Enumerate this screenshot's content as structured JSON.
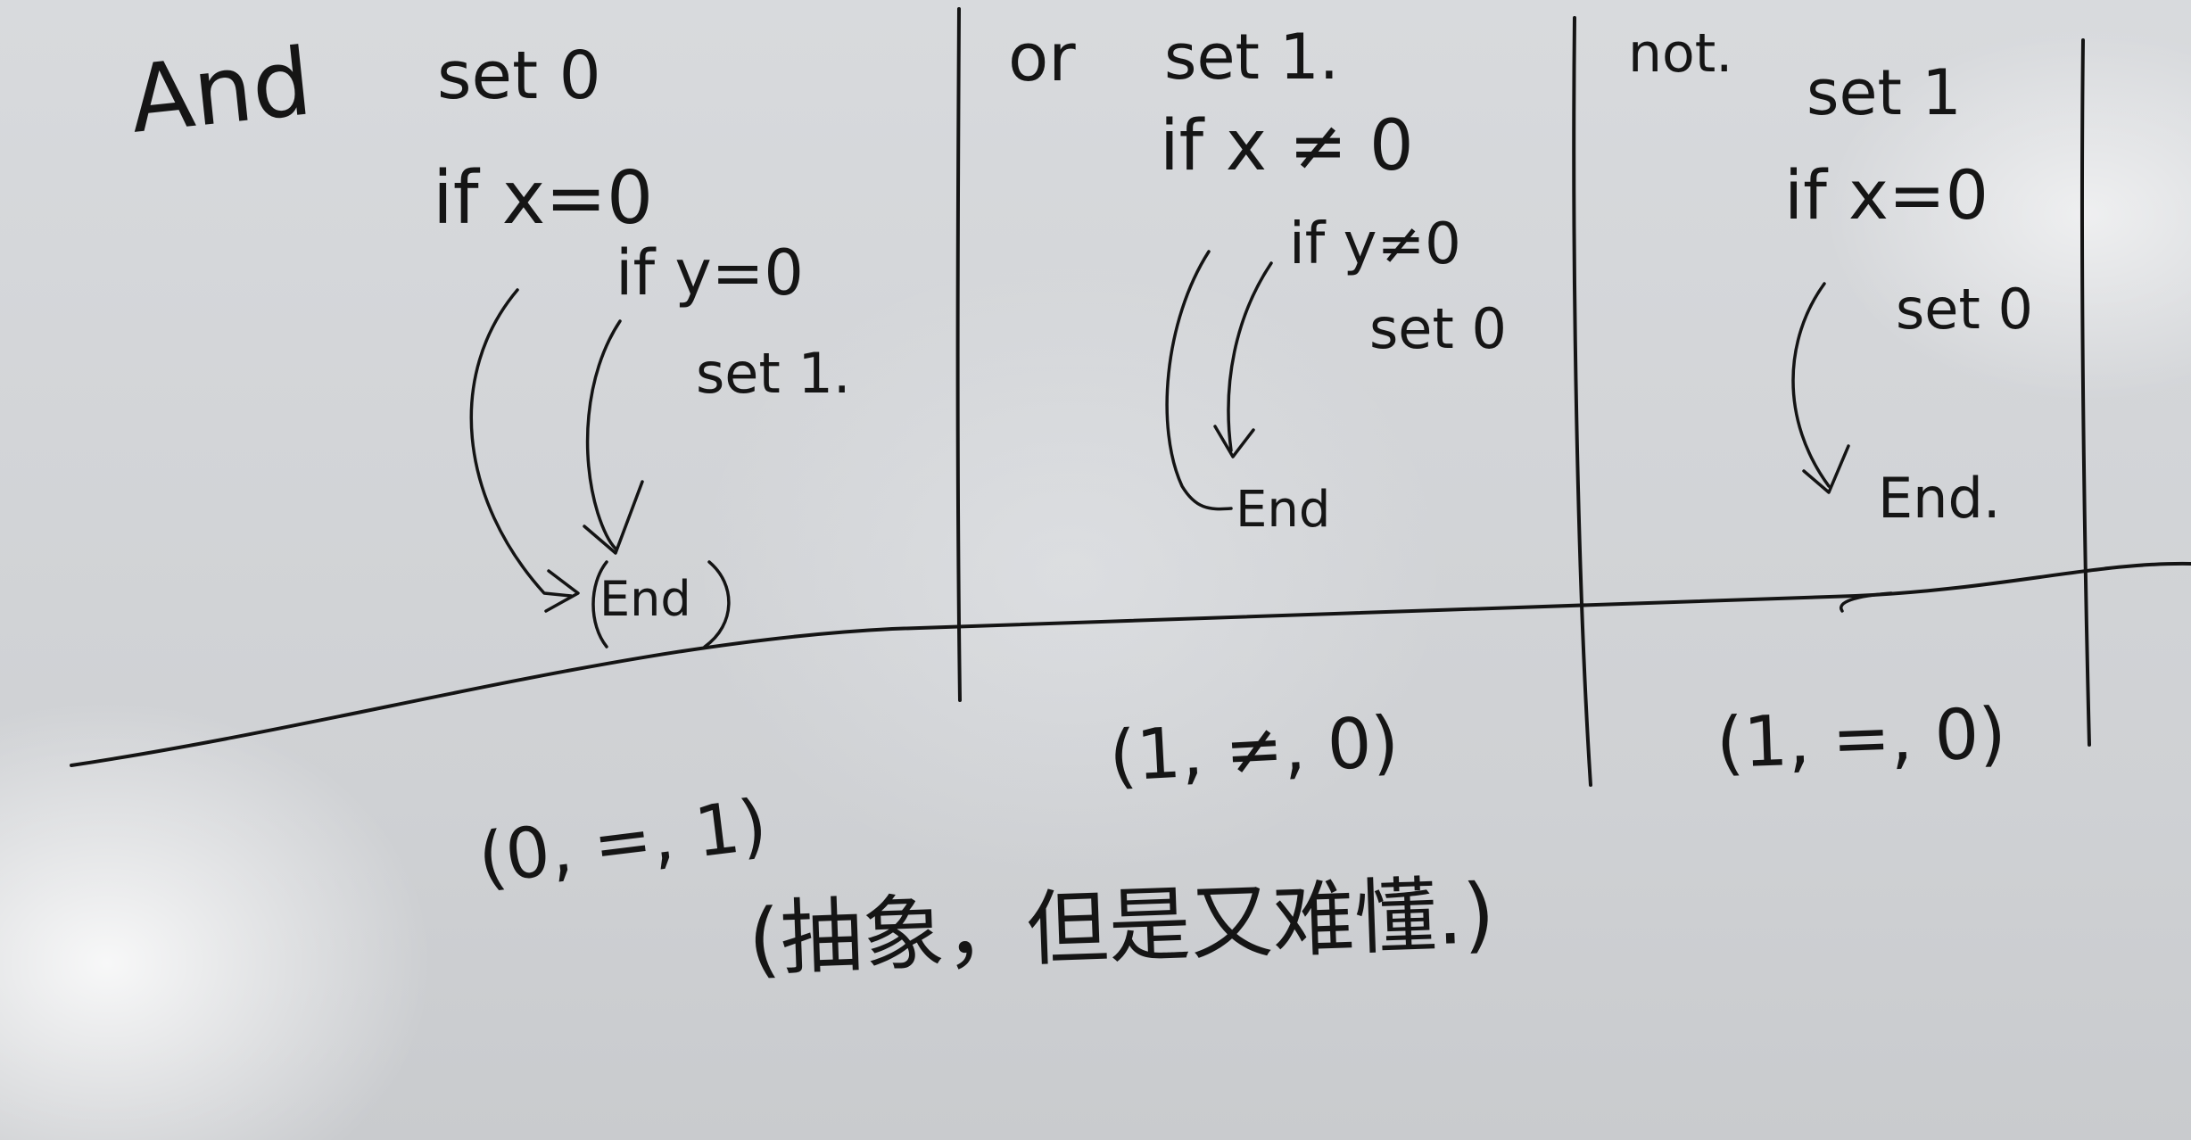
{
  "board": {
    "and_title": "And",
    "and_line1": "set 0",
    "and_line2": "if x=0",
    "and_line3": "if y=0",
    "and_line4": "set 1.",
    "and_end": "End",
    "or_title": "or",
    "or_line1": "set 1.",
    "or_line2": "if x ≠ 0",
    "or_line3": "if y≠0",
    "or_line4": "set 0",
    "or_end": "End",
    "not_title": "not.",
    "not_line1": "set 1",
    "not_line2": "if x=0",
    "not_line3": "set 0",
    "not_end": "End.",
    "tuple_and": "(0, =, 1)",
    "tuple_or": "(1, ≠, 0)",
    "tuple_not": "(1, =, 0)",
    "note": "(抽象，但是又难懂.)"
  }
}
